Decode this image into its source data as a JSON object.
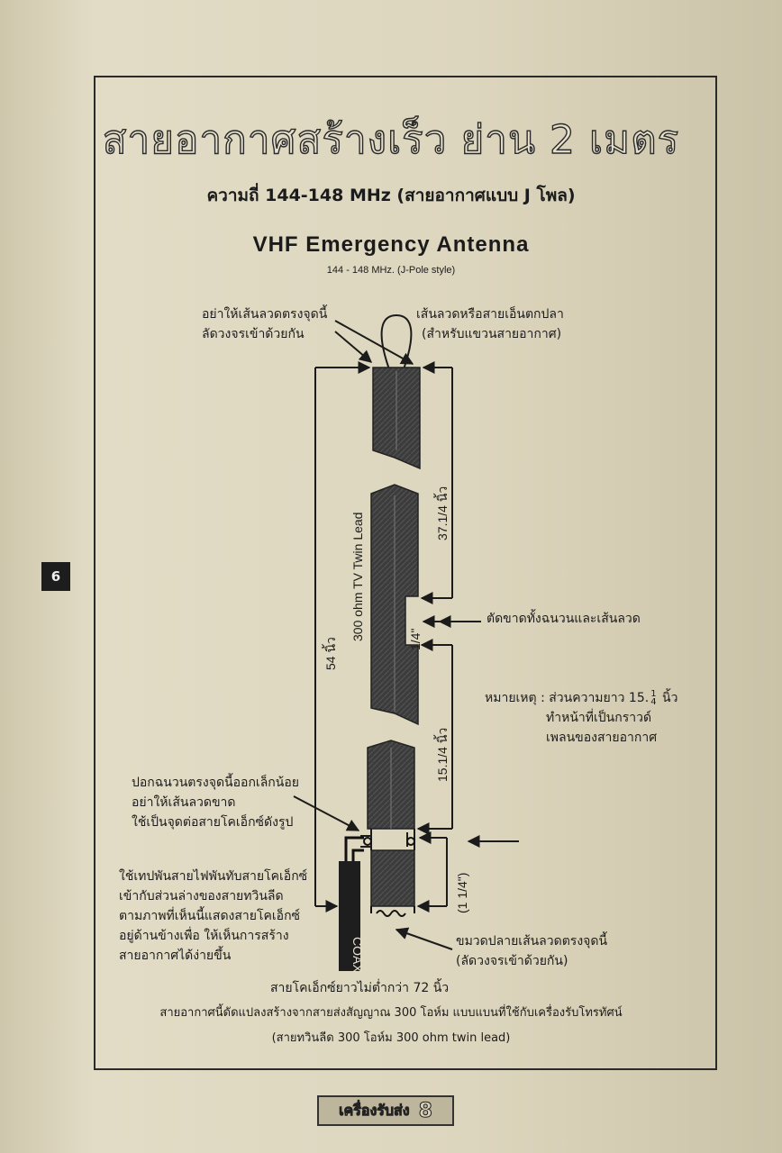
{
  "header": {
    "title": "สายอากาศสร้างเร็ว  ย่าน 2 เมตร",
    "subtitle": "ความถี่ 144-148 MHz (สายอากาศแบบ  J โพล)",
    "en_title": "VHF  Emergency  Antenna",
    "en_subtitle": "144  -  148 MHz.   (J-Pole style)"
  },
  "labels": {
    "wire_short_top": [
      "อย่าให้เส้นลวดตรงจุดนี้",
      "ลัดวงจรเข้าด้วยกัน"
    ],
    "hanger": [
      "เส้นลวดหรือสายเอ็นตกปลา",
      "(สำหรับแขวนสายอากาศ)"
    ],
    "cut": "ตัดขาดทั้งฉนวนและเส้นลวด",
    "note": [
      "หมายเหตุ : ส่วนความยาว 15.",
      "นิ้ว",
      "ทำหน้าที่เป็นกราวด์",
      "เพลนของสายอากาศ"
    ],
    "note_fraction": {
      "num": "1",
      "den": "4"
    },
    "strip": [
      "ปอกฉนวนตรงจุดนี้ออกเล็กน้อย",
      "อย่าให้เส้นลวดขาด",
      "ใช้เป็นจุดต่อสายโคเอ็กซ์ดังรูป"
    ],
    "tape": [
      "ใช้เทปพันสายไฟพันทับสายโคเอ็กซ์",
      "เข้ากับส่วนล่างของสายทวินลีด",
      "ตามภาพที่เห็นนี้แสดงสายโคเอ็กซ์",
      "อยู่ด้านข้างเพื่อ ให้เห็นการสร้าง",
      "สายอากาศได้ง่ายขึ้น"
    ],
    "twist": [
      "ขมวดปลายเส้นลวดตรงจุดนี้",
      "(ลัดวงจรเข้าด้วยกัน)"
    ],
    "coax_length": "สายโคเอ็กซ์ยาวไม่ต่ำกว่า 72  นิ้ว",
    "footnote_1": "สายอากาศนี้ดัดแปลงสร้างจากสายส่งสัญญาณ 300 โอห์ม แบบแบนที่ใช้กับเครื่องรับโทรทัศน์",
    "footnote_2": "(สายทวินลีด 300 โอห์ม 300 ohm twin lead)"
  },
  "dimensions": {
    "total": "54  นิ้ว",
    "upper": "37.1/4  นิ้ว",
    "gap": "1/4\"",
    "lower": "15.1/4  นิ้ว",
    "bottom": "(1  1/4\")"
  },
  "diagram": {
    "twin_lead": "300 ohm  TV  Twin  Lead",
    "coax": "COAX",
    "lead_color": "#3a3a3a",
    "coax_color": "#1e1e1e"
  },
  "page": {
    "side_tab": "6",
    "magazine": "เครื่องรับส่ง",
    "issue": "8"
  }
}
